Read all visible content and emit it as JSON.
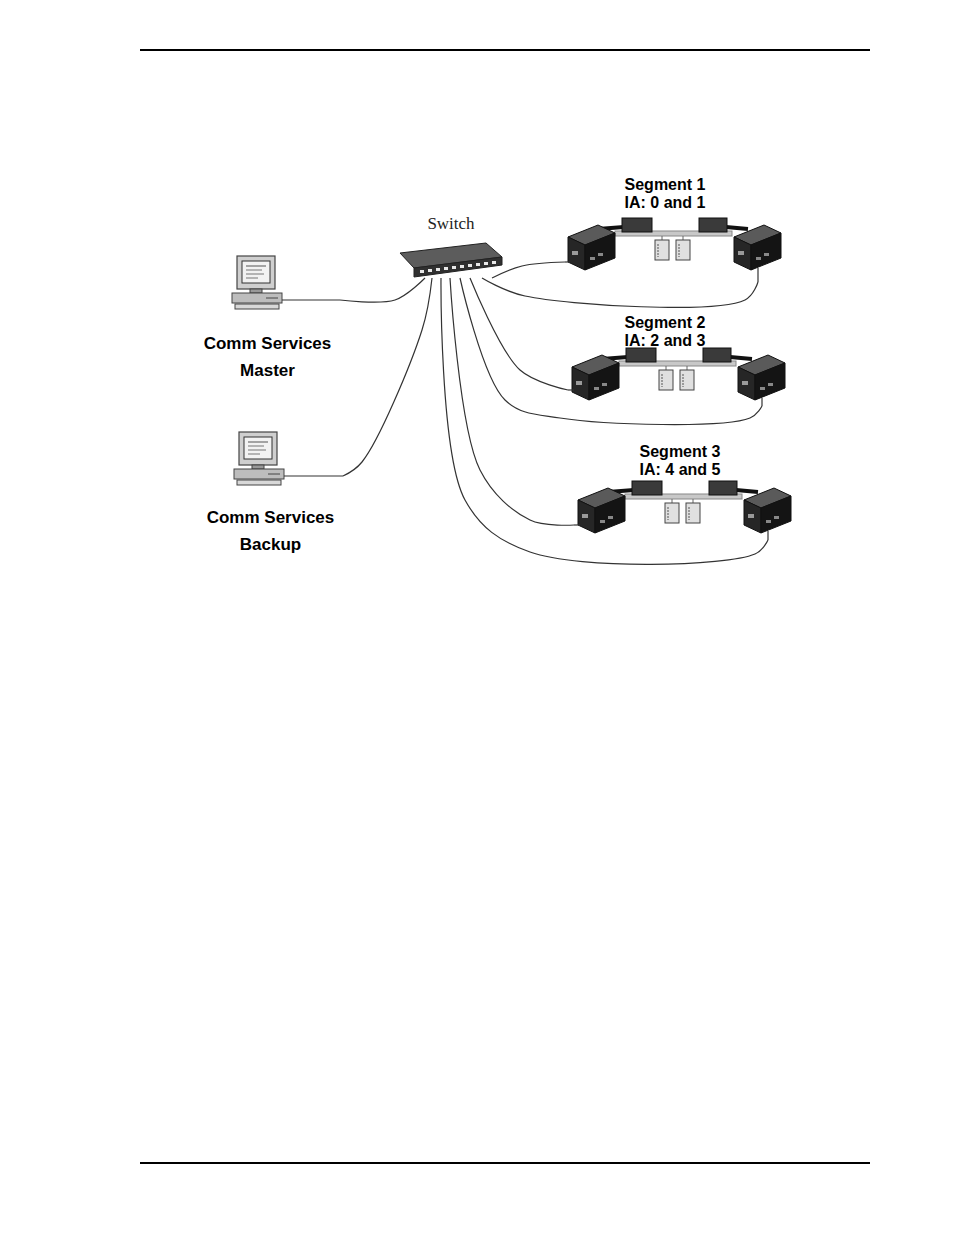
{
  "diagram": {
    "nodes": [
      {
        "text": [
          "Switch"
        ]
      },
      {
        "text": [
          "Comm Services Master"
        ]
      },
      {
        "text": [
          "Comm Services Backup"
        ]
      },
      {
        "text": [
          "Segment 1",
          "IA: 0 and 1"
        ]
      },
      {
        "text": [
          "Segment 2",
          "IA: 2 and 3"
        ]
      },
      {
        "text": [
          "Segment 3",
          "IA: 4 and 5"
        ]
      }
    ],
    "edges": [
      {
        "from": 1,
        "to": 0,
        "arrow": "none"
      },
      {
        "from": 2,
        "to": 0,
        "arrow": "none"
      },
      {
        "from": 0,
        "to": 3,
        "arrow": "none"
      },
      {
        "from": 0,
        "to": 3,
        "arrow": "none"
      },
      {
        "from": 0,
        "to": 4,
        "arrow": "none"
      },
      {
        "from": 0,
        "to": 4,
        "arrow": "none"
      },
      {
        "from": 0,
        "to": 5,
        "arrow": "none"
      },
      {
        "from": 0,
        "to": 5,
        "arrow": "none"
      }
    ]
  }
}
